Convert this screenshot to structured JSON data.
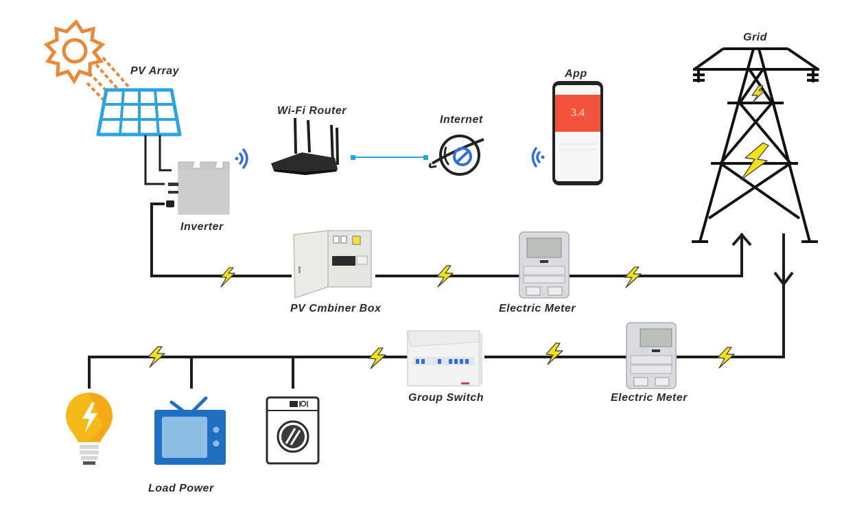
{
  "title": "Micro Inverter Solar System Diagram",
  "labels": {
    "pv_array": "PV Array",
    "inverter": "Inverter",
    "wifi_router": "Wi-Fi Router",
    "internet": "Internet",
    "app": "App",
    "grid": "Grid",
    "pv_combiner_box": "PV Cmbiner Box",
    "electric_meter_top": "Electric Meter",
    "group_switch": "Group Switch",
    "electric_meter_bottom": "Electric Meter",
    "load_power": "Load Power"
  },
  "app_screen": {
    "reading": "3.4"
  },
  "colors": {
    "sun": "#e8893a",
    "panel": "#2aa3e0",
    "wire": "#1c1c1c",
    "bolt": "#f3e21a",
    "wifi": "#2f6fd6",
    "app_header": "#f0543c",
    "bulb": "#f6b91a",
    "tv": "#1f6fc2",
    "tv_screen": "#8fbde6",
    "link": "#2aa3e0"
  }
}
